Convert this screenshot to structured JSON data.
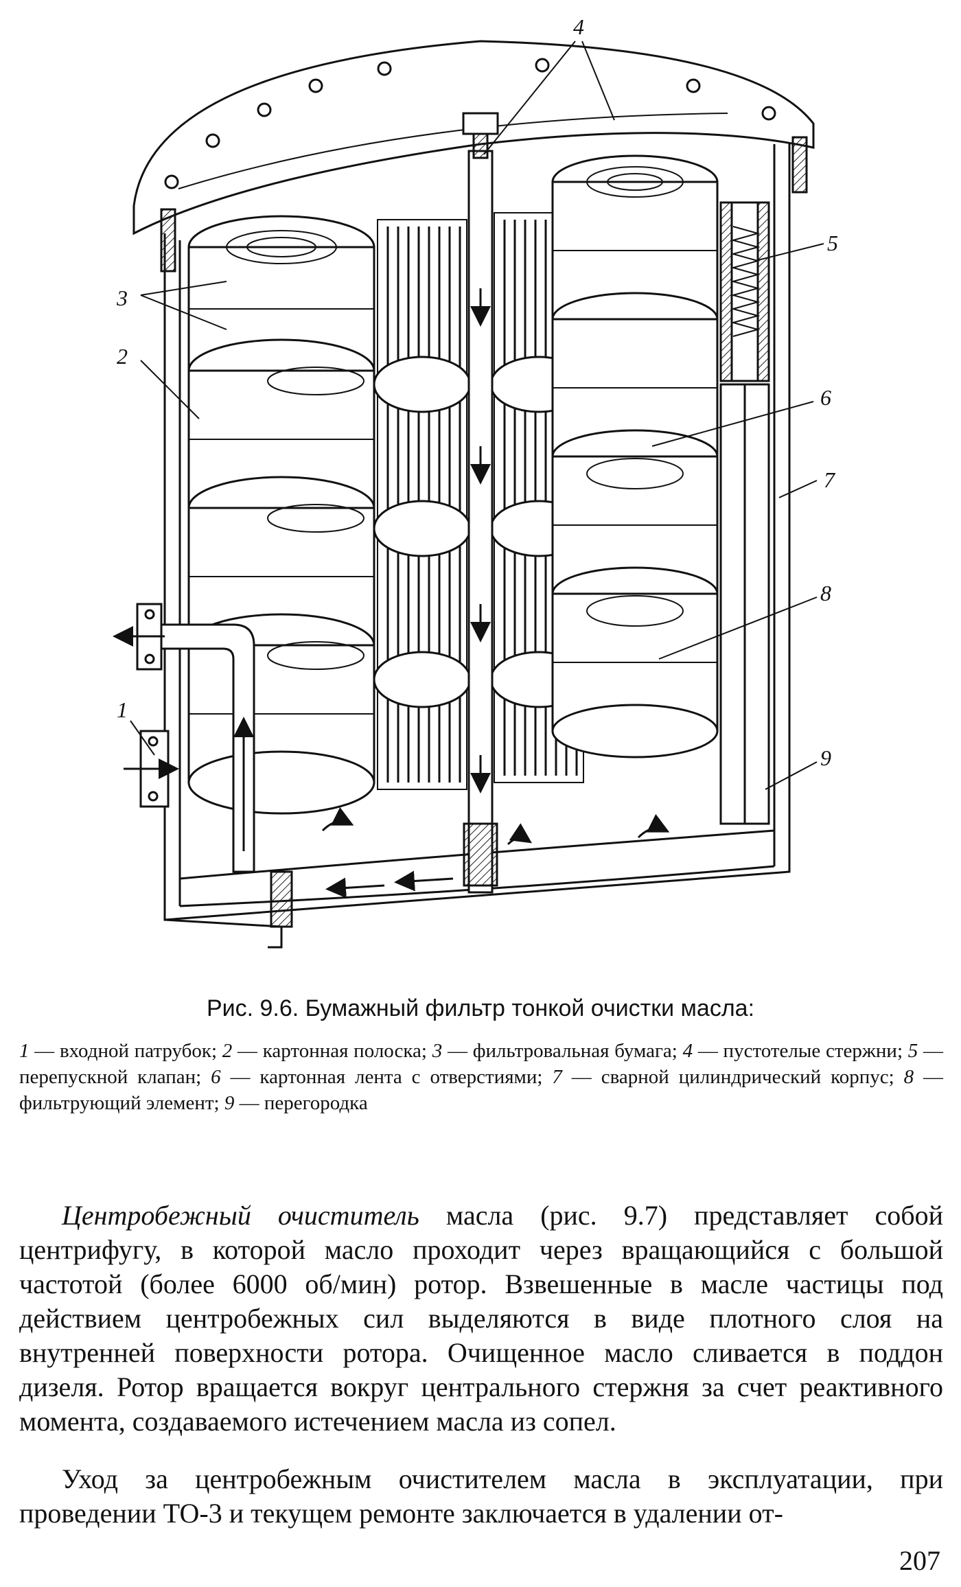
{
  "figure": {
    "callouts": [
      "4",
      "5",
      "3",
      "2",
      "6",
      "7",
      "8",
      "1",
      "9"
    ],
    "caption_title": "Рис. 9.6. Бумажный фильтр тонкой очистки масла:",
    "legend": [
      {
        "num": "1",
        "text": " — входной патрубок; "
      },
      {
        "num": "2",
        "text": " — картонная полоска; "
      },
      {
        "num": "3",
        "text": " — фильтровальная бумага; "
      },
      {
        "num": "4",
        "text": " — пустотелые стержни; "
      },
      {
        "num": "5",
        "text": " — перепускной клапан; "
      },
      {
        "num": "6",
        "text": " — картонная лента с отверстиями; "
      },
      {
        "num": "7",
        "text": " — сварной цилиндрический корпус; "
      },
      {
        "num": "8",
        "text": " — фильтрующий элемент; "
      },
      {
        "num": "9",
        "text": " — перегородка"
      }
    ]
  },
  "paragraphs": {
    "p1_italic": "Центробежный очиститель",
    "p1_rest": " масла (рис. 9.7) представляет собой центрифугу, в которой масло проходит через вращающийся с большой частотой (более 6000 об/мин) ротор. Взвешенные в масле частицы под действием центробежных сил выделяются в виде плотного слоя на внутренней поверхности ротора. Очищенное масло сливается в поддон дизеля. Ротор вращается вокруг центрального стержня за счет реактивного момента, создаваемого истечением масла из сопел.",
    "p2": "Уход за центробежным очистителем масла в эксплуатации, при проведении ТО-3 и текущем ремонте заключается в удалении от-"
  },
  "page_number": "207"
}
